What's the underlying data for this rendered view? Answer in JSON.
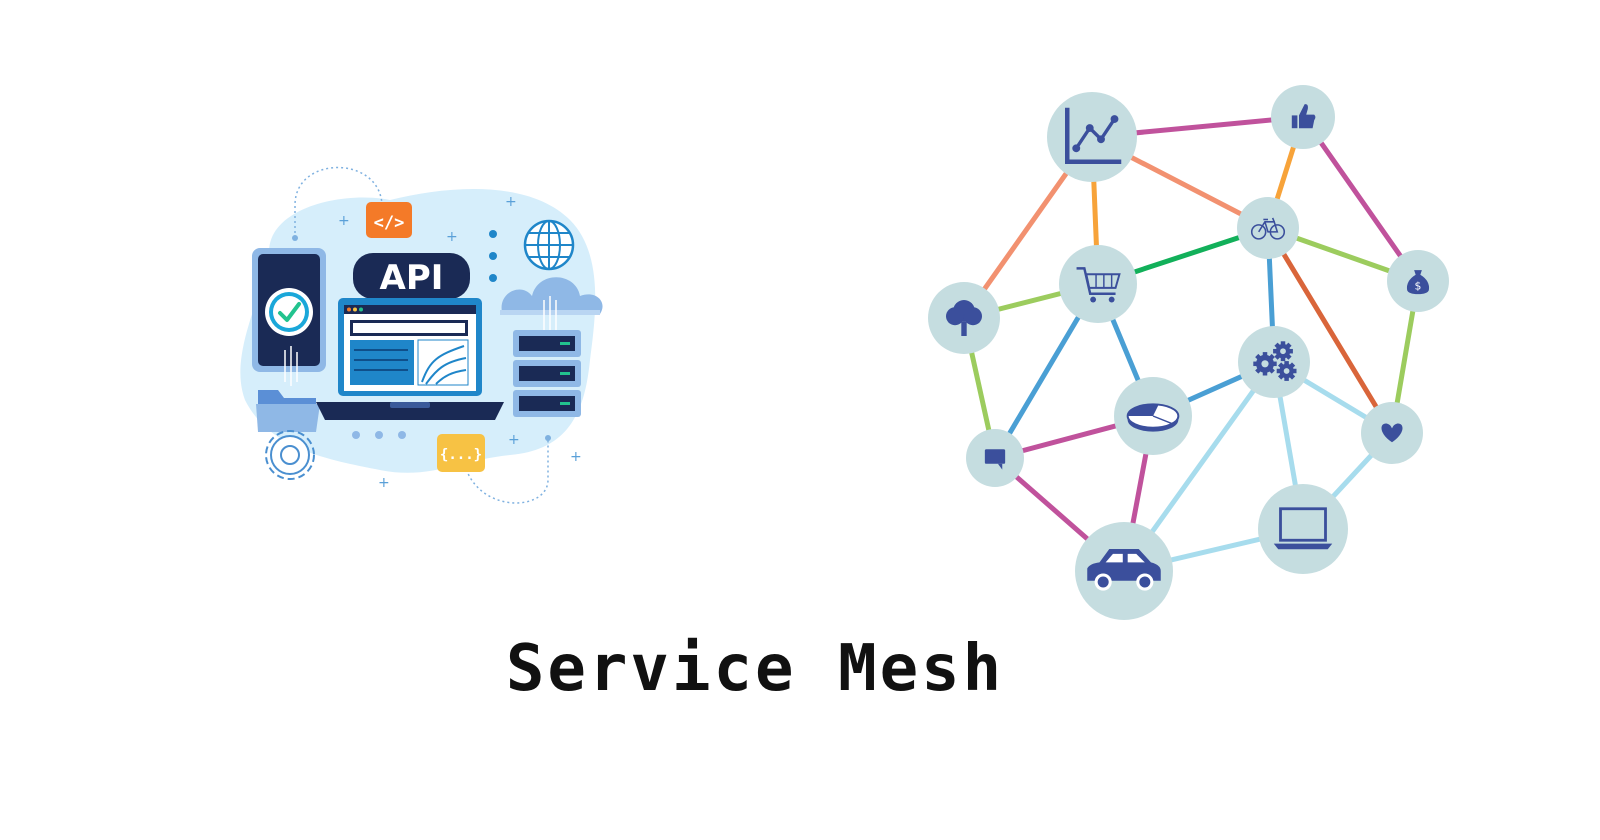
{
  "title": "Service Mesh",
  "illustration": {
    "api_label": "API",
    "code_tag": "</>",
    "json_tag": "{...}"
  },
  "colors": {
    "node_fill": "#c5dde0",
    "icon_color": "#3b4f9c",
    "blob": "#d6eefb",
    "dark_navy": "#1a2a55",
    "accent_orange": "#f47a28",
    "accent_yellow": "#f7c244",
    "check_green": "#22c38e"
  },
  "mesh": {
    "nodes": [
      {
        "name": "chart",
        "icon": "line-chart-icon"
      },
      {
        "name": "like",
        "icon": "thumbs-up-icon"
      },
      {
        "name": "bicycle",
        "icon": "bicycle-icon"
      },
      {
        "name": "money",
        "icon": "money-bag-icon"
      },
      {
        "name": "cart",
        "icon": "shopping-cart-icon"
      },
      {
        "name": "tree",
        "icon": "tree-icon"
      },
      {
        "name": "gears",
        "icon": "gears-icon"
      },
      {
        "name": "pie",
        "icon": "pie-chart-icon"
      },
      {
        "name": "heart",
        "icon": "heart-icon"
      },
      {
        "name": "chat",
        "icon": "chat-bubble-icon"
      },
      {
        "name": "laptop",
        "icon": "laptop-icon"
      },
      {
        "name": "car",
        "icon": "car-icon"
      }
    ],
    "edges": [
      {
        "from": "chart",
        "to": "like",
        "color": "#c0529c"
      },
      {
        "from": "chart",
        "to": "bicycle",
        "color": "#f29170"
      },
      {
        "from": "chart",
        "to": "tree",
        "color": "#f29170"
      },
      {
        "from": "chart",
        "to": "cart",
        "color": "#f7a33a"
      },
      {
        "from": "like",
        "to": "bicycle",
        "color": "#f7a33a"
      },
      {
        "from": "like",
        "to": "money",
        "color": "#c0529c"
      },
      {
        "from": "bicycle",
        "to": "cart",
        "color": "#12b05a"
      },
      {
        "from": "bicycle",
        "to": "money",
        "color": "#9ccc5e"
      },
      {
        "from": "bicycle",
        "to": "gears",
        "color": "#4a9fd4"
      },
      {
        "from": "bicycle",
        "to": "heart",
        "color": "#d9653a"
      },
      {
        "from": "money",
        "to": "heart",
        "color": "#9ccc5e"
      },
      {
        "from": "tree",
        "to": "cart",
        "color": "#9ccc5e"
      },
      {
        "from": "tree",
        "to": "chat",
        "color": "#9ccc5e"
      },
      {
        "from": "cart",
        "to": "chat",
        "color": "#4a9fd4"
      },
      {
        "from": "cart",
        "to": "pie",
        "color": "#4a9fd4"
      },
      {
        "from": "gears",
        "to": "pie",
        "color": "#4a9fd4"
      },
      {
        "from": "gears",
        "to": "heart",
        "color": "#a7dced"
      },
      {
        "from": "gears",
        "to": "laptop",
        "color": "#a7dced"
      },
      {
        "from": "gears",
        "to": "car",
        "color": "#a7dced"
      },
      {
        "from": "pie",
        "to": "chat",
        "color": "#c0529c"
      },
      {
        "from": "pie",
        "to": "car",
        "color": "#c0529c"
      },
      {
        "from": "chat",
        "to": "car",
        "color": "#c0529c"
      },
      {
        "from": "heart",
        "to": "laptop",
        "color": "#a7dced"
      },
      {
        "from": "laptop",
        "to": "car",
        "color": "#a7dced"
      }
    ]
  }
}
